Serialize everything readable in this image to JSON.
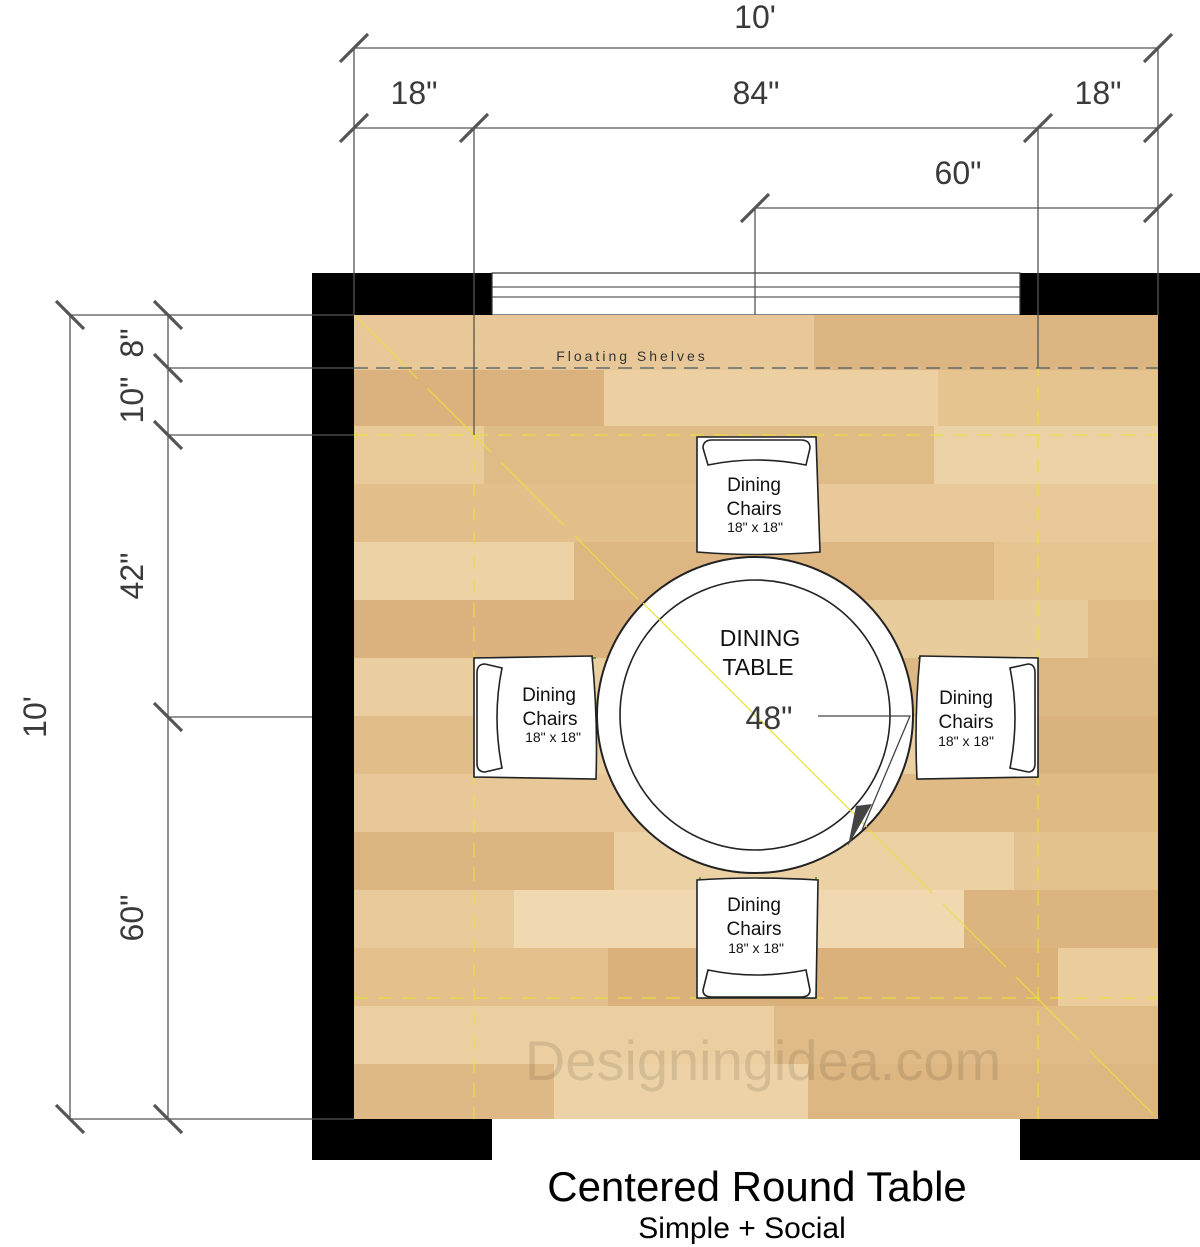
{
  "dimensions": {
    "top_total": "10'",
    "top_left_clearance": "18\"",
    "top_window": "84\"",
    "top_right_clearance": "18\"",
    "top_shelf": "60\"",
    "left_total": "10'",
    "left_shelf_depth": "8\"",
    "left_clearance_top": "10\"",
    "left_upper_span": "42\"",
    "left_lower_span": "60\""
  },
  "floating_shelves_label": "Floating Shelves",
  "table": {
    "label_line1": "DINING",
    "label_line2": "TABLE",
    "diameter": "48\""
  },
  "chairs": [
    {
      "position": "top",
      "line1": "Dining",
      "line2": "Chairs",
      "size": "18\" x 18\""
    },
    {
      "position": "left",
      "line1": "Dining",
      "line2": "Chairs",
      "size": "18\" x 18\""
    },
    {
      "position": "right",
      "line1": "Dining",
      "line2": "Chairs",
      "size": "18\" x 18\""
    },
    {
      "position": "bottom",
      "line1": "Dining",
      "line2": "Chairs",
      "size": "18\" x 18\""
    }
  ],
  "watermark": "Designingidea.com",
  "title": "Centered Round Table",
  "subtitle": "Simple + Social",
  "colors": {
    "wall": "#000000",
    "floor": "#e3c08c",
    "guide_lines": "#e8e23a",
    "chair_outline": "#2d8a2d"
  }
}
